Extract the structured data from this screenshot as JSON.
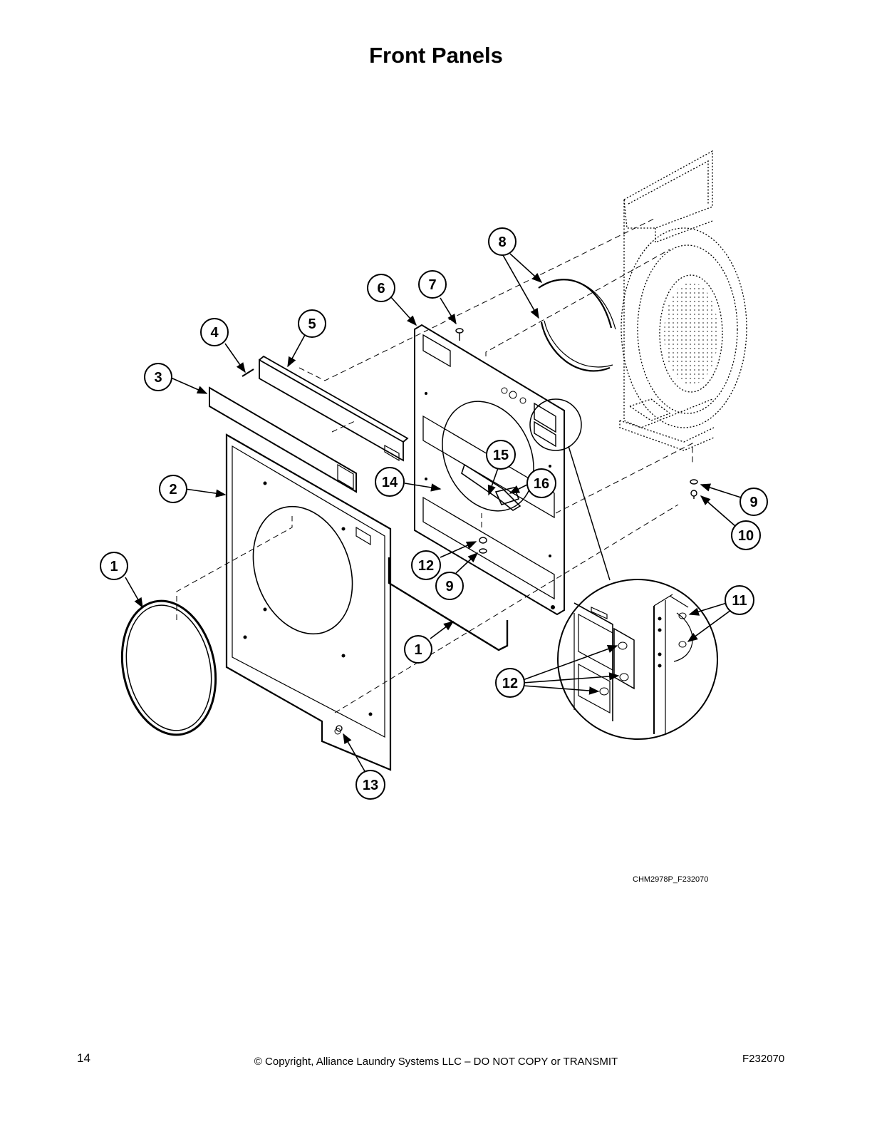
{
  "title": "Front Panels",
  "drawing_code": "CHM2978P_F232070",
  "footer": {
    "page_number": "14",
    "copyright": "© Copyright, Alliance Laundry Systems LLC – DO NOT COPY or TRANSMIT",
    "document_code": "F232070"
  },
  "callouts": [
    "1",
    "1",
    "2",
    "3",
    "4",
    "5",
    "6",
    "7",
    "8",
    "9",
    "9",
    "10",
    "11",
    "12",
    "12",
    "13",
    "14",
    "15",
    "16"
  ]
}
